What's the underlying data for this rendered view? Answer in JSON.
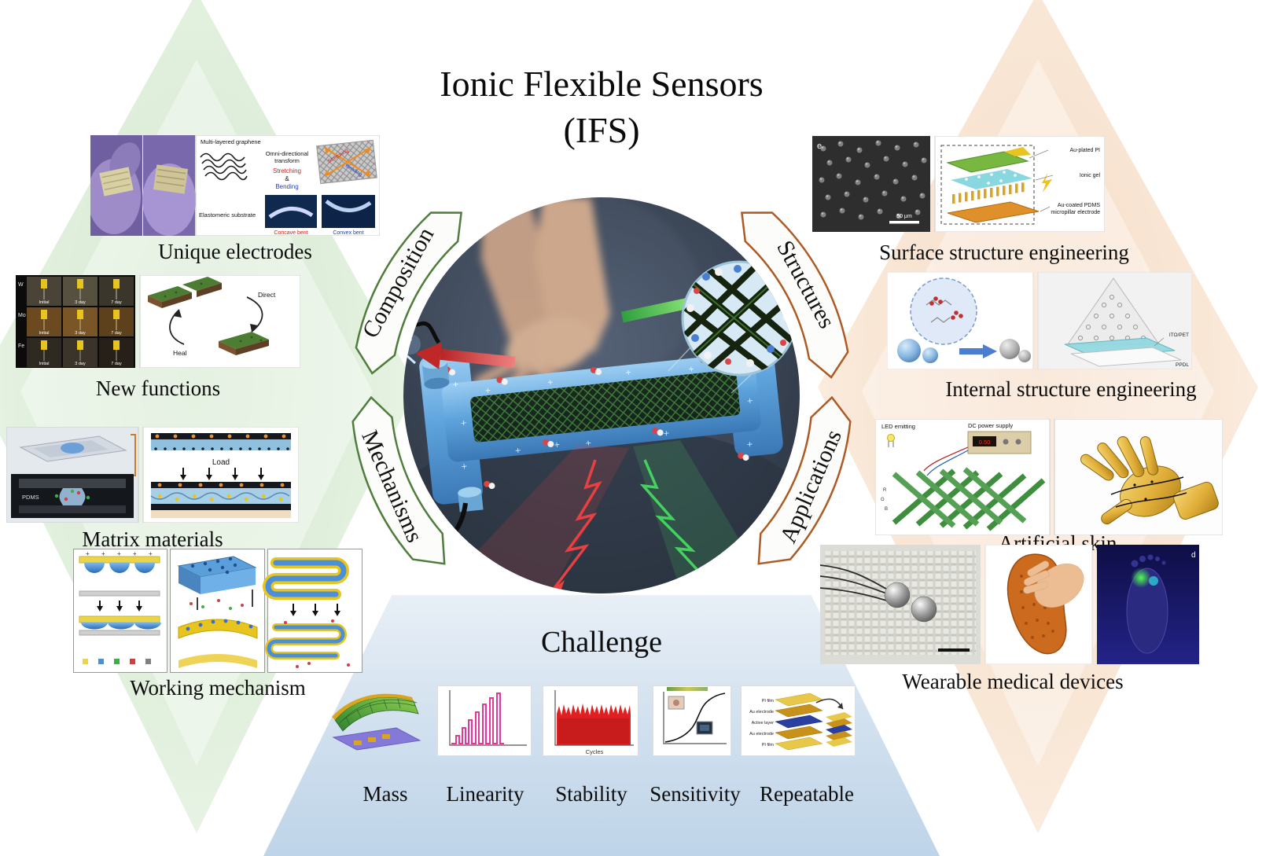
{
  "title": {
    "line1": "Ionic Flexible Sensors",
    "line2": "(IFS)"
  },
  "banners": {
    "composition": "Composition",
    "structures": "Structures",
    "mechanisms": "Mechanisms",
    "applications": "Applications"
  },
  "left_panels": {
    "unique_electrodes": {
      "label": "Unique electrodes",
      "multi_layered": "Multi-layered graphene",
      "omni_line1": "Omni-directional",
      "omni_line2": "transform",
      "stretching": "Stretching",
      "amp": "&",
      "bending": "Bending",
      "elastomeric": "Elastomeric substrate",
      "concave": "Concave bent",
      "convex": "Convex bent"
    },
    "new_functions": {
      "label": "New functions",
      "row_labels": [
        "W",
        "Mo",
        "Fe"
      ],
      "col_labels": [
        "Initial",
        "3 day",
        "7 day"
      ],
      "direct": "Direct",
      "heal": "Heal"
    },
    "matrix_materials": {
      "label": "Matrix materials",
      "pdms": "PDMS",
      "load": "Load"
    },
    "working_mechanism": {
      "label": "Working mechanism"
    }
  },
  "right_panels": {
    "surface_structure": {
      "label": "Surface structure engineering",
      "panel_letter": "e",
      "scale_bar": "50 μm",
      "layer1": "Au-plated PI",
      "layer2": "Ionic gel",
      "layer3a": "Au-coated PDMS",
      "layer3b": "micropillar electrode"
    },
    "internal_structure": {
      "label": "Internal structure engineering",
      "ito": "ITO/PET",
      "ppdl": "PPDL"
    },
    "artificial_skin": {
      "label": "Artificial skin",
      "led": "LED emitting",
      "dc": "DC power supply",
      "display_value": "0.50",
      "pin_r": "R",
      "pin_g": "G",
      "pin_b": "B"
    },
    "wearable": {
      "label": "Wearable medical devices",
      "panel_letter": "d"
    }
  },
  "challenge": {
    "title": "Challenge",
    "items": [
      {
        "label": "Mass"
      },
      {
        "label": "Linearity"
      },
      {
        "label": "Stability",
        "xlabel": "Cycles"
      },
      {
        "label": "Sensitivity"
      },
      {
        "label": "Repeatable"
      }
    ],
    "repeatable_layers": [
      "PI film",
      "Au electrode",
      "Active layer",
      "Au electrode",
      "PI film"
    ]
  }
}
